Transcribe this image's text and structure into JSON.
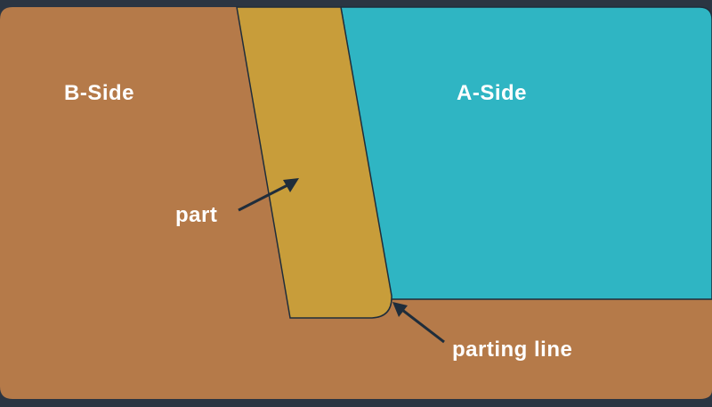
{
  "diagram": {
    "b_side_label": "B-Side",
    "a_side_label": "A-Side",
    "part_label": "part",
    "parting_line_label": "parting line"
  },
  "colors": {
    "background": "#2b3542",
    "b_side": "#b57a49",
    "a_side": "#2fb5c3",
    "part": "#c89d3a",
    "outline": "#1f2d3b",
    "arrow": "#1f2d3b",
    "text": "#ffffff"
  }
}
